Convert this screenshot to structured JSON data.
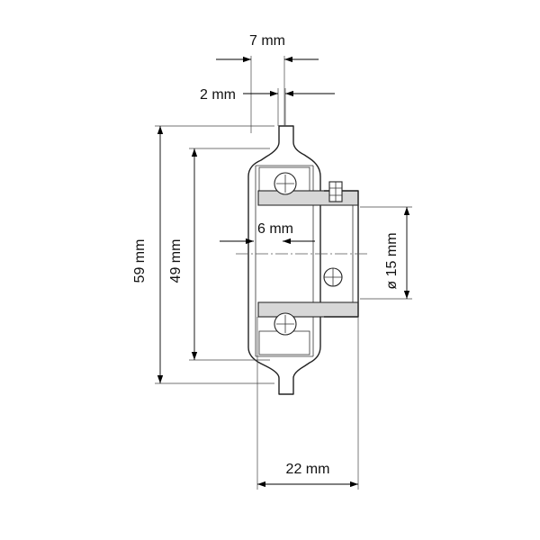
{
  "labels": {
    "flange_width": "7 mm",
    "web_thickness": "2 mm",
    "overall_height": "59 mm",
    "housing_height": "49 mm",
    "offset": "6 mm",
    "bore_diameter": "ø 15 mm",
    "total_width": "22 mm"
  },
  "colors": {
    "line": "#222222",
    "fill": "#d7d7d7",
    "background": "#ffffff"
  }
}
